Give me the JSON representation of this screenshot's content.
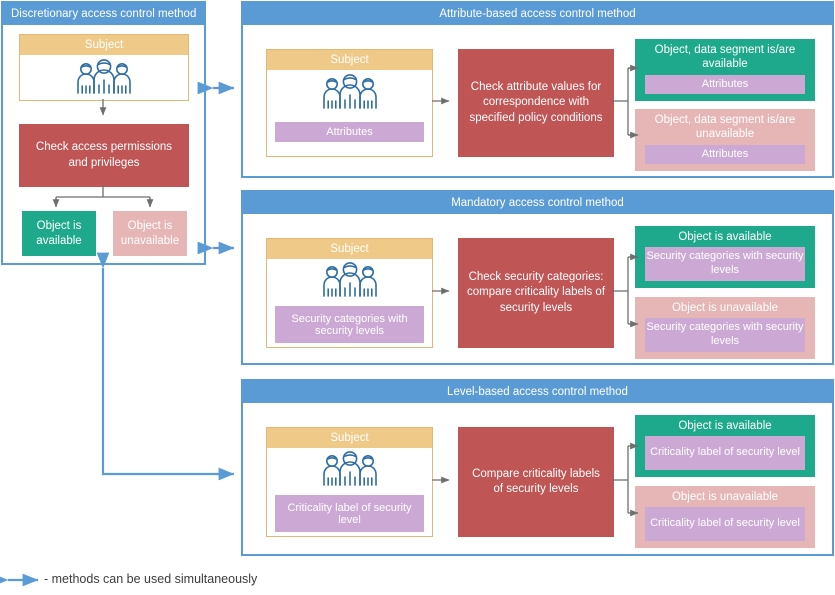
{
  "diagram": {
    "legend": {
      "icon": "double-arrow-icon",
      "text": "- methods can be used simultaneously",
      "arrow_color": "#5B9BD5"
    },
    "colors": {
      "panel_border": "#5B9BD5",
      "panel_header": "#5B9BD5",
      "subject_header": "#EFC988",
      "subject_border": "#E3B778",
      "process": "#BF5555",
      "available": "#1FA98C",
      "unavailable": "#E6B5B5",
      "badge": "#CBA9D4",
      "connector": "#6E6E6E"
    },
    "panels": [
      {
        "id": "discretionary",
        "title": "Discretionary access control method",
        "title_align": "left",
        "subject": {
          "title": "Subject",
          "icon": "people-group-icon",
          "badge": null
        },
        "process": "Check access permissions and privileges",
        "results": [
          {
            "state": "available",
            "title": "Object is available",
            "badge": null
          },
          {
            "state": "unavailable",
            "title": "Object is unavailable",
            "badge": null
          }
        ]
      },
      {
        "id": "attribute-based",
        "title": "Attribute-based access control method",
        "title_align": "center",
        "subject": {
          "title": "Subject",
          "icon": "people-group-icon",
          "badge": "Attributes"
        },
        "process": "Check attribute values for correspondence with specified policy conditions",
        "results": [
          {
            "state": "available",
            "title": "Object, data segment is/are available",
            "badge": "Attributes"
          },
          {
            "state": "unavailable",
            "title": "Object, data segment is/are unavailable",
            "badge": "Attributes"
          }
        ]
      },
      {
        "id": "mandatory",
        "title": "Mandatory access control method",
        "title_align": "center",
        "subject": {
          "title": "Subject",
          "icon": "people-group-icon",
          "badge": "Security categories with security levels"
        },
        "process": "Check security categories: compare criticality labels of security levels",
        "results": [
          {
            "state": "available",
            "title": "Object is available",
            "badge": "Security categories with security levels"
          },
          {
            "state": "unavailable",
            "title": "Object is unavailable",
            "badge": "Security categories with security levels"
          }
        ]
      },
      {
        "id": "level-based",
        "title": "Level-based access control method",
        "title_align": "center",
        "subject": {
          "title": "Subject",
          "icon": "people-group-icon",
          "badge": "Criticality label of security level"
        },
        "process": "Compare criticality labels of security levels",
        "results": [
          {
            "state": "available",
            "title": "Object is available",
            "badge": "Criticality label of security level"
          },
          {
            "state": "unavailable",
            "title": "Object is unavailable",
            "badge": "Criticality label of security level"
          }
        ]
      }
    ]
  }
}
